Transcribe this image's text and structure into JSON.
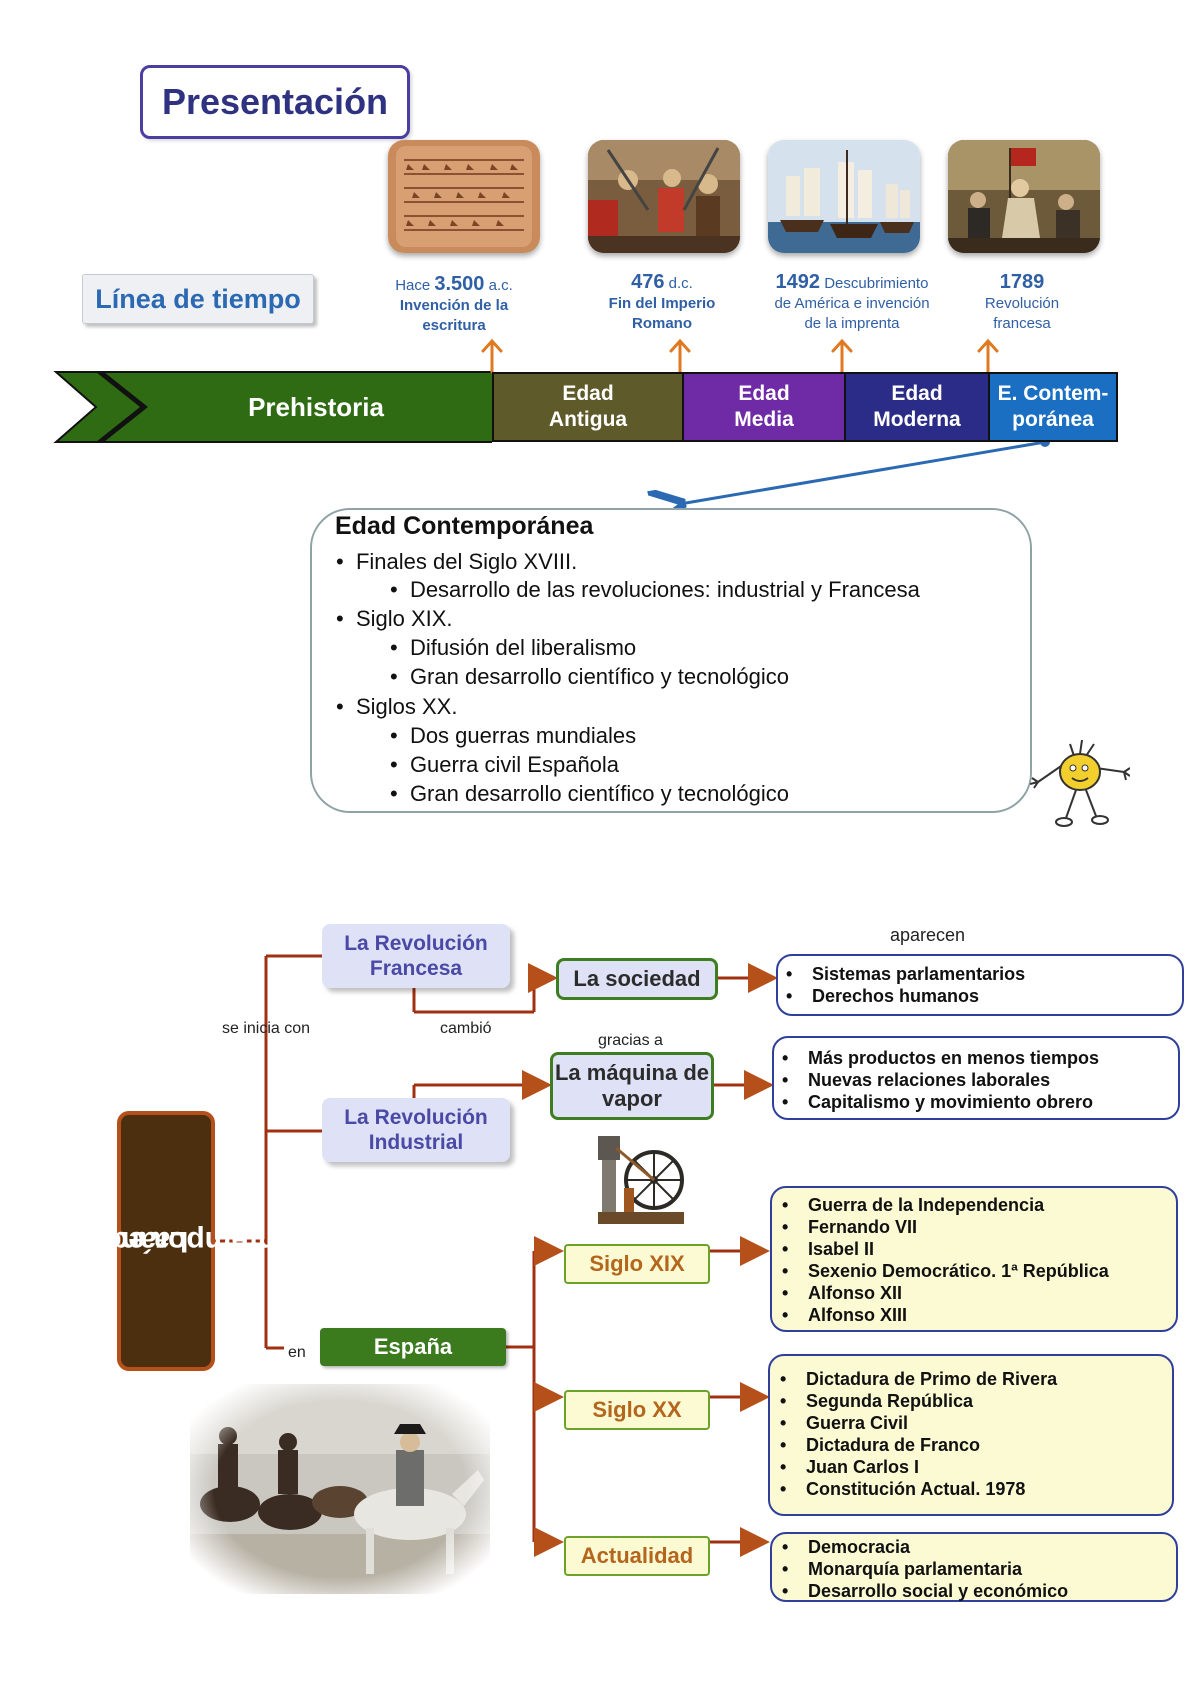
{
  "header": {
    "title": "Presentación",
    "timeline_label": "Línea de tiempo"
  },
  "events": [
    {
      "pre": "Hace ",
      "year": "3.500",
      "suffix": " a.c.",
      "line2": "Invención de la",
      "line3": "escritura",
      "image": "cuneiform-tablet"
    },
    {
      "pre": "",
      "year": "476",
      "suffix": " d.c.",
      "line2": "Fin del Imperio",
      "line3": "Romano",
      "image": "roman-battle"
    },
    {
      "pre": "",
      "year": "1492",
      "suffix": " Descubrimiento",
      "line2": "de América e invención",
      "line3": "de la imprenta",
      "image": "caravels"
    },
    {
      "pre": "",
      "year": "1789",
      "suffix": "",
      "line2": "Revolución",
      "line3": "francesa",
      "image": "liberty-leading-people"
    }
  ],
  "periods": [
    {
      "line1": "Prehistoria",
      "line2": "",
      "color": "#2e6b13"
    },
    {
      "line1": "Edad",
      "line2": "Antigua",
      "color": "#5f5a2a"
    },
    {
      "line1": "Edad",
      "line2": "Media",
      "color": "#6f2aa6"
    },
    {
      "line1": "Edad",
      "line2": "Moderna",
      "color": "#2a2c87"
    },
    {
      "line1": "E. Contem-",
      "line2": "poránea",
      "color": "#1a6fc2"
    }
  ],
  "contemporanea": {
    "title": "Edad Contemporánea",
    "items": [
      {
        "text": "Finales del Siglo XVIII.",
        "sub": [
          "Desarrollo de las revoluciones: industrial y Francesa"
        ]
      },
      {
        "text": "Siglo XIX.",
        "sub": [
          "Difusión del liberalismo",
          "Gran desarrollo científico y tecnológico"
        ]
      },
      {
        "text": "Siglos XX.",
        "sub": [
          "Dos guerras mundiales",
          "Guerra civil Española",
          "Gran desarrollo científico y tecnológico"
        ]
      }
    ]
  },
  "concept_map": {
    "root": [
      "La edad",
      "contemporánea"
    ],
    "labels": {
      "se_inicia_con": "se inicia con",
      "cambio": "cambió",
      "aparecen": "aparecen",
      "gracias_a": "gracias a",
      "en": "en"
    },
    "rev_francesa": "La Revolución Francesa",
    "rev_industrial": "La Revolución Industrial",
    "sociedad": "La sociedad",
    "maquina": "La máquina de vapor",
    "espana": "España",
    "sociedad_list": [
      "Sistemas parlamentarios",
      "Derechos humanos"
    ],
    "maquina_list": [
      "Más productos en menos tiempos",
      "Nuevas relaciones laborales",
      "Capitalismo y movimiento obrero"
    ],
    "siglos": [
      {
        "label": "Siglo XIX",
        "items": [
          "Guerra de la Independencia",
          "Fernando VII",
          "Isabel II",
          "Sexenio Democrático. 1ª República",
          "Alfonso XII",
          "Alfonso XIII"
        ]
      },
      {
        "label": "Siglo XX",
        "items": [
          "Dictadura de Primo de Rivera",
          "Segunda República",
          "Guerra Civil",
          "Dictadura de Franco",
          "Juan Carlos I",
          "Constitución Actual. 1978"
        ]
      },
      {
        "label": "Actualidad",
        "items": [
          "Democracia",
          "Monarquía parlamentaria",
          "Desarrollo social y económico"
        ]
      }
    ]
  },
  "colors": {
    "accent_blue": "#2b6ab3",
    "connector": "#a03010",
    "arrow": "#b5501b",
    "list_border": "#2f3f9a",
    "yellow_fill": "#fbfad3"
  }
}
